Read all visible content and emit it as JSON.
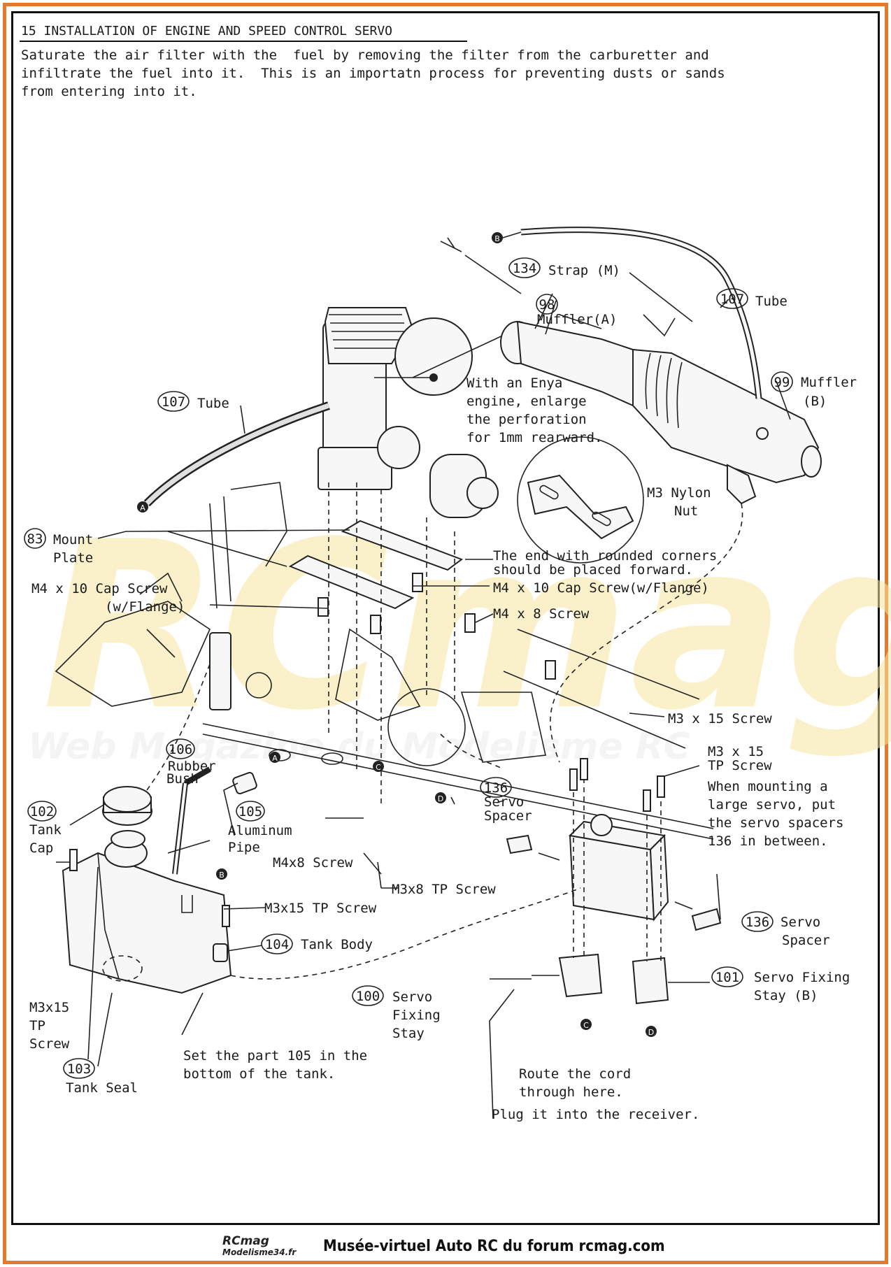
{
  "heading": "15 INSTALLATION OF ENGINE AND SPEED CONTROL SERVO",
  "intro_lines": [
    "Saturate the air filter with the  fuel by removing the filter from the carburetter and",
    "infiltrate the fuel into it.  This is an importatn process for preventing dusts or sands",
    "from entering into it."
  ],
  "callouts": {
    "strap": {
      "num": "134",
      "label": "Strap (M)"
    },
    "tube_top": {
      "num": "107",
      "label": "Tube"
    },
    "muffler_a": {
      "num": "98",
      "label": "Muffler(A)"
    },
    "muffler_b": {
      "num": "99",
      "label_1": "Muffler",
      "label_2": "(B)"
    },
    "tube_left": {
      "num": "107",
      "label": "Tube"
    },
    "mount_plate": {
      "num": "83",
      "label_1": "Mount",
      "label_2": "Plate"
    },
    "rubber_bush": {
      "num": "106",
      "label_1": "Rubber",
      "label_2": "Bush"
    },
    "aluminum_pipe": {
      "num": "105",
      "label_1": "Aluminum",
      "label_2": "Pipe"
    },
    "tank_cap": {
      "num": "102",
      "label_1": "Tank",
      "label_2": "Cap"
    },
    "tank_body": {
      "num": "104",
      "label": "Tank Body"
    },
    "tank_seal": {
      "num": "103",
      "label": "Tank Seal"
    },
    "servo_spacer_top": {
      "num": "136",
      "label_1": "Servo",
      "label_2": "Spacer"
    },
    "servo_spacer_right": {
      "num": "136",
      "label_1": "Servo",
      "label_2": "Spacer"
    },
    "servo_fixing_stay": {
      "num": "100",
      "label_1": "Servo",
      "label_2": "Fixing",
      "label_3": "Stay"
    },
    "servo_fixing_stay_b": {
      "num": "101",
      "label_1": "Servo Fixing",
      "label_2": "Stay (B)"
    }
  },
  "notes": {
    "enya": [
      "With an Enya",
      "engine, enlarge",
      "the perforation",
      "for 1mm rearward."
    ],
    "nylon_nut": [
      "M3 Nylon",
      "Nut"
    ],
    "rounded": [
      "The end with rounded corners",
      "should be placed forward."
    ],
    "cap_screw_left": [
      "M4 x 10 Cap Screw",
      "(w/Flange)"
    ],
    "cap_screw_right": "M4 x 10 Cap Screw(w/Flange)",
    "m4x8_right": "M4 x 8 Screw",
    "m3x15": "M3 x 15 Screw",
    "m3x15_tp": [
      "M3 x 15",
      "TP Screw"
    ],
    "large_servo": [
      "When mounting a",
      "large servo, put",
      "the servo spacers",
      "136 in between."
    ],
    "m4x8_left": "M4x8 Screw",
    "m3x8_tp": "M3x8 TP Screw",
    "m3x15_tp_tank": "M3x15 TP Screw",
    "m3x15_tp_left": [
      "M3x15",
      "TP",
      "Screw"
    ],
    "set_part": [
      "Set the part 105 in the",
      "bottom of the tank."
    ],
    "route_cord": [
      "Route the cord",
      "through here."
    ],
    "plug": "Plug it into the receiver."
  },
  "markers": {
    "a": "A",
    "b": "B",
    "c": "C",
    "d": "D"
  },
  "footer": {
    "logo_main": "RCmag",
    "logo_sub": "Modelisme34.fr",
    "text": "Musée-virtuel Auto RC du forum rcmag.com"
  },
  "colors": {
    "frame": "#e8792b",
    "watermark": "#f6e6a0"
  }
}
